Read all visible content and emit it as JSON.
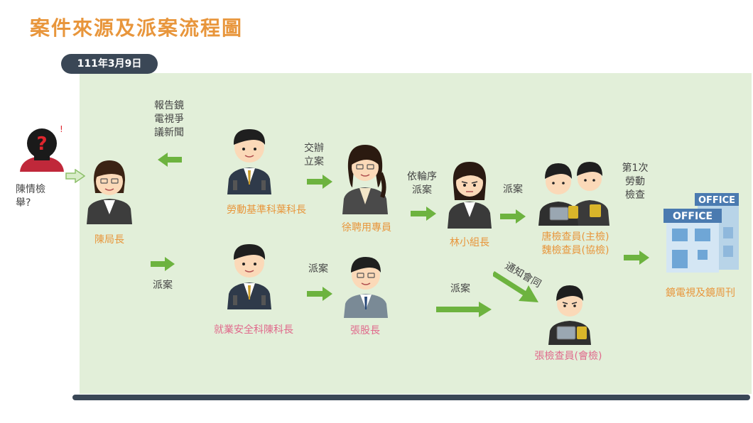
{
  "title": "案件來源及派案流程圖",
  "date": "111年3月9日",
  "colors": {
    "title": "#e8963c",
    "panel": "#e2efd9",
    "badge": "#3a4756",
    "arrow": "#6db33f",
    "role_orange": "#e8963c",
    "role_pink": "#e06a8c"
  },
  "people": {
    "informant": "陳情檢\n舉?",
    "director": "陳局長",
    "labor_standards_chief": "勞動基準科葉科長",
    "employment_safety_chief": "就業安全科陳科長",
    "specialist_xu": "徐聘用專員",
    "section_chief_zhang": "張股長",
    "group_leader_lin": "林小組長",
    "inspectors_tang_wei": "唐檢查員(主檢)\n魏檢查員(協檢)",
    "inspector_zhang": "張檢查員(會檢)",
    "target": "鏡電視及鏡周刊"
  },
  "arrow_labels": {
    "report": "報告鏡\n電視爭\n議新聞",
    "dispatch_from_director": "派案",
    "assign_case": "交辦\n立案",
    "dispatch_to_section": "派案",
    "rotation_dispatch": "依輪序\n派案",
    "dispatch_to_inspectors": "派案",
    "notify_joint": "通知會同",
    "dispatch_to_inspector_zhang": "派案",
    "first_inspection": "第1次\n勞動\n檢查"
  },
  "office_sign": "OFFICE",
  "icons": {
    "informant": "question-mark-silhouette-icon",
    "official": "person-icon",
    "building": "office-building-icon"
  }
}
